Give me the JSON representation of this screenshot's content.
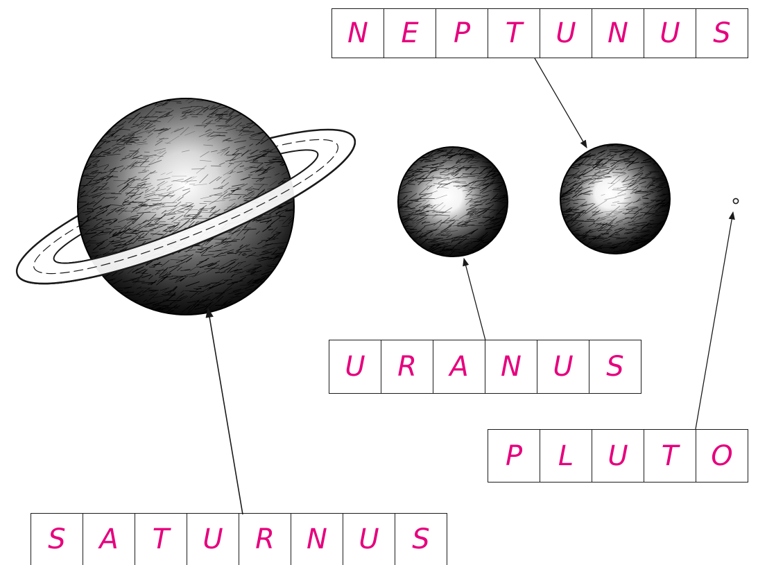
{
  "colors": {
    "letters": "#e6007e",
    "ink": "#1a1a1a"
  },
  "words": {
    "neptunus": [
      "N",
      "E",
      "P",
      "T",
      "U",
      "N",
      "U",
      "S"
    ],
    "uranus": [
      "U",
      "R",
      "A",
      "N",
      "U",
      "S"
    ],
    "pluto": [
      "P",
      "L",
      "U",
      "T",
      "O"
    ],
    "saturnus": [
      "S",
      "A",
      "T",
      "U",
      "R",
      "N",
      "U",
      "S"
    ]
  },
  "planets": [
    {
      "icon": "saturn-illustration",
      "label_word": "saturnus"
    },
    {
      "icon": "uranus-illustration",
      "label_word": "uranus"
    },
    {
      "icon": "neptune-illustration",
      "label_word": "neptunus"
    },
    {
      "icon": "pluto-illustration",
      "label_word": "pluto"
    }
  ]
}
